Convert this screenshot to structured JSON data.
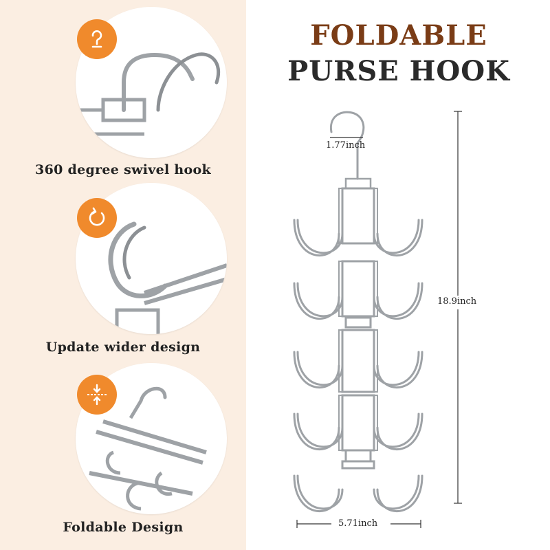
{
  "title": {
    "line1": "FOLDABLE",
    "line2": "PURSE HOOK"
  },
  "features": [
    {
      "label": "360 degree swivel hook",
      "icon": "swivel-hook-icon"
    },
    {
      "label": "Update wider design",
      "icon": "rotate-icon"
    },
    {
      "label": "Foldable Design",
      "icon": "fold-compress-icon"
    }
  ],
  "dimensions": {
    "hook_width": "1.77inch",
    "height": "18.9inch",
    "width": "5.71inch"
  },
  "colors": {
    "accent": "#f08a2c",
    "title_brown": "#7a3c16",
    "panel_bg": "#fbeee2",
    "metal": "#9ea2a6"
  }
}
